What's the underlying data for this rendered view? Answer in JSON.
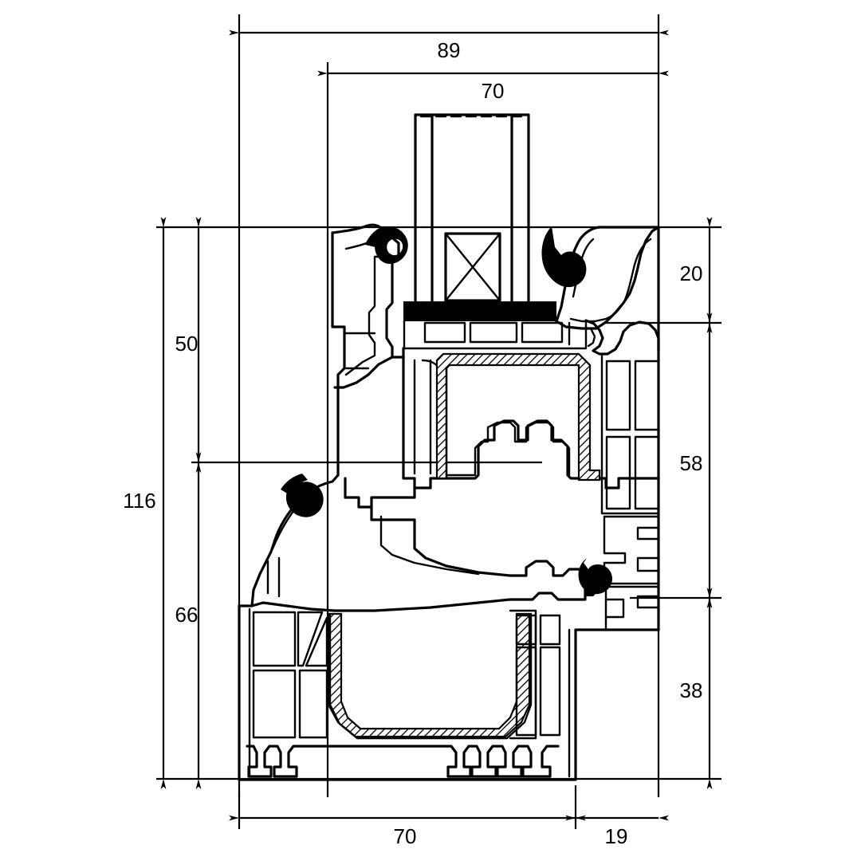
{
  "drawing": {
    "title": "PVC Window Profile Cross-Section",
    "type": "technical-section-drawing",
    "units": "mm",
    "line_color": "#000000",
    "background_color": "#ffffff"
  },
  "dimensions": {
    "top": [
      {
        "id": "dim-89",
        "label": "89",
        "orientation": "horizontal",
        "value": 89
      },
      {
        "id": "dim-70t",
        "label": "70",
        "orientation": "horizontal",
        "value": 70
      }
    ],
    "left": [
      {
        "id": "dim-116",
        "label": "116",
        "orientation": "vertical",
        "value": 116
      },
      {
        "id": "dim-50",
        "label": "50",
        "orientation": "vertical",
        "value": 50
      },
      {
        "id": "dim-66",
        "label": "66",
        "orientation": "vertical",
        "value": 66
      }
    ],
    "right": [
      {
        "id": "dim-20",
        "label": "20",
        "orientation": "vertical",
        "value": 20
      },
      {
        "id": "dim-58",
        "label": "58",
        "orientation": "vertical",
        "value": 58
      },
      {
        "id": "dim-38",
        "label": "38",
        "orientation": "vertical",
        "value": 38
      }
    ],
    "bottom": [
      {
        "id": "dim-70b",
        "label": "70",
        "orientation": "horizontal",
        "value": 70
      },
      {
        "id": "dim-19",
        "label": "19",
        "orientation": "horizontal",
        "value": 19
      }
    ]
  },
  "labels": {
    "d89": "89",
    "d70_top": "70",
    "d116": "116",
    "d50": "50",
    "d66": "66",
    "d20": "20",
    "d58": "58",
    "d38": "38",
    "d70_bottom": "70",
    "d19": "19"
  },
  "components": [
    {
      "name": "glazing-unit",
      "description": "Insulated glass pane with spacer bar"
    },
    {
      "name": "glazing-bead",
      "description": "Snap-in glazing bead holding the pane"
    },
    {
      "name": "sash-profile",
      "description": "Opening sash PVC multi-chamber profile"
    },
    {
      "name": "frame-profile",
      "description": "Outer frame PVC multi-chamber profile"
    },
    {
      "name": "steel-reinforcement",
      "description": "Galvanised steel reinforcement core (hatched)"
    },
    {
      "name": "gasket-seal",
      "description": "EPDM centre and glazing gaskets (solid black)"
    },
    {
      "name": "sill-rails",
      "description": "Bottom frame sill with screw/clip rails"
    }
  ]
}
